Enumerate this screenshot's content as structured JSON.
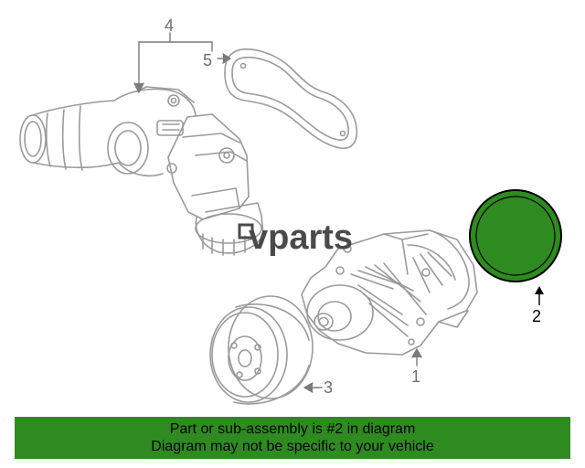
{
  "callouts": {
    "c1": "1",
    "c2": "2",
    "c3": "3",
    "c4": "4",
    "c5": "5"
  },
  "watermark": {
    "text": "vparts"
  },
  "banner": {
    "line1": "Part or sub-assembly is #2 in diagram",
    "line2": "Diagram may not be specific to your vehicle"
  },
  "colors": {
    "highlight": "#2e8b1f",
    "line": "#9a9a9a",
    "callout_highlight": "#000000"
  }
}
